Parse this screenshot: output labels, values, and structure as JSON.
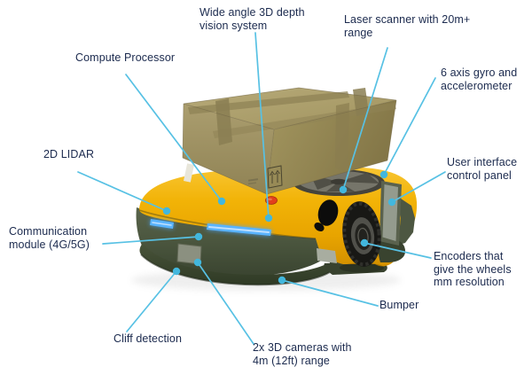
{
  "figure": {
    "subject": "Annotated diagram of a yellow autonomous mobile robot (AGV) with dark green bumper skirt carrying a cardboard box",
    "background_color": "#ffffff",
    "annotation": {
      "line_color": "#57c1e4",
      "dot_color": "#42b7dd",
      "text_color": "#1b2a4e"
    },
    "robot_colors": {
      "shell_yellow": "#f0b007",
      "skirt_green": "#47513c",
      "box_cardboard": "#a89a68",
      "led_blue": "#5ab4ff",
      "estop_red": "#e2401c"
    },
    "callouts": [
      {
        "id": "wide-angle-vision",
        "label": "Wide angle 3D depth\nvision system"
      },
      {
        "id": "laser-scanner",
        "label": "Laser scanner with 20m+\nrange"
      },
      {
        "id": "compute-processor",
        "label": "Compute Processor"
      },
      {
        "id": "gyro-accelerometer",
        "label": "6 axis gyro and\naccelerometer"
      },
      {
        "id": "2d-lidar",
        "label": "2D LIDAR"
      },
      {
        "id": "ui-control-panel",
        "label": "User interface\ncontrol panel"
      },
      {
        "id": "communication-module",
        "label": "Communication\nmodule (4G/5G)"
      },
      {
        "id": "wheel-encoders",
        "label": "Encoders that\ngive the wheels\nmm resolution"
      },
      {
        "id": "bumper",
        "label": "Bumper"
      },
      {
        "id": "cliff-detection",
        "label": "Cliff detection"
      },
      {
        "id": "3d-cameras",
        "label": "2x 3D cameras with\n4m (12ft) range"
      }
    ]
  }
}
